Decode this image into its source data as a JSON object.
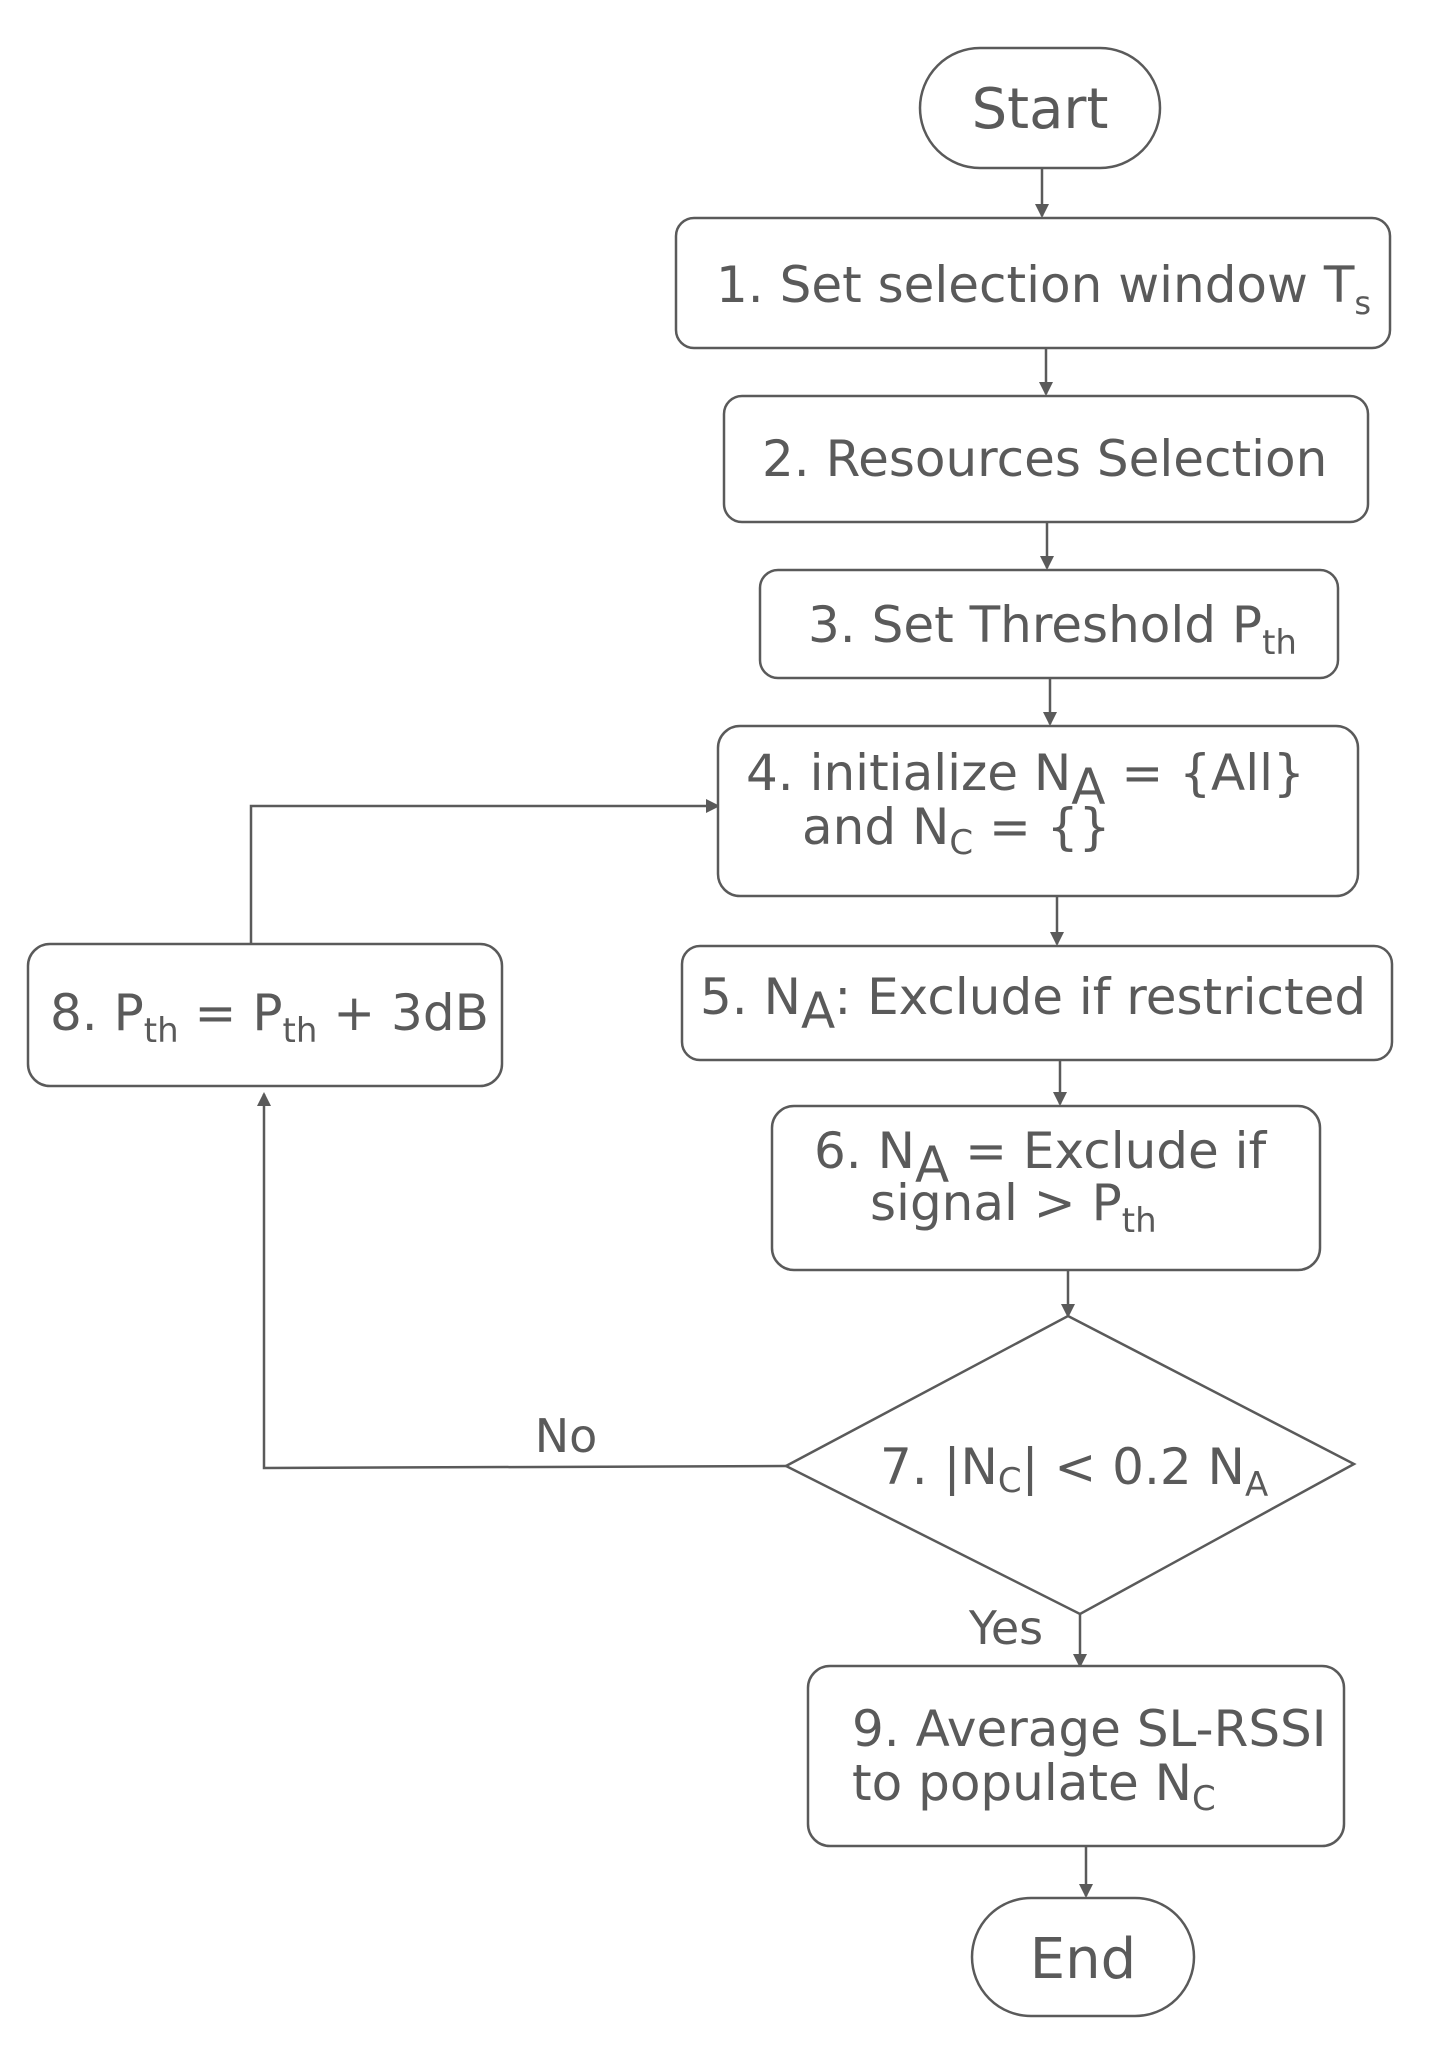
{
  "nodes": {
    "start": {
      "label": "Start"
    },
    "step1": {
      "main": "1. Set selection window T",
      "sub": "s"
    },
    "step2": {
      "label": "2. Resources Selection"
    },
    "step3": {
      "main": "3. Set Threshold P",
      "sub": "th"
    },
    "step4": {
      "line1_main": "4. initialize N",
      "line1_sub": "A",
      "line1_rest": " = {All}",
      "line2_main": "and N",
      "line2_sub": "C",
      "line2_rest": " = {}"
    },
    "step5": {
      "main": "5. N",
      "sub": "A",
      "rest": ": Exclude if restricted"
    },
    "step6": {
      "line1_main": "6. N",
      "line1_sub": "A",
      "line1_rest": " = Exclude if",
      "line2_main": "signal > P",
      "line2_sub": "th"
    },
    "step7": {
      "main": "7. |N",
      "sub1": "C",
      "mid": "| < 0.2 N",
      "sub2": "A"
    },
    "step8": {
      "main": "8. P",
      "sub1": "th",
      "mid": " = P",
      "sub2": "th",
      "rest": " + 3dB"
    },
    "step9": {
      "line1": "9. Average SL-RSSI",
      "line2_main": "to populate N",
      "line2_sub": "C"
    },
    "end": {
      "label": "End"
    }
  },
  "edges": {
    "no_label": "No",
    "yes_label": "Yes"
  }
}
